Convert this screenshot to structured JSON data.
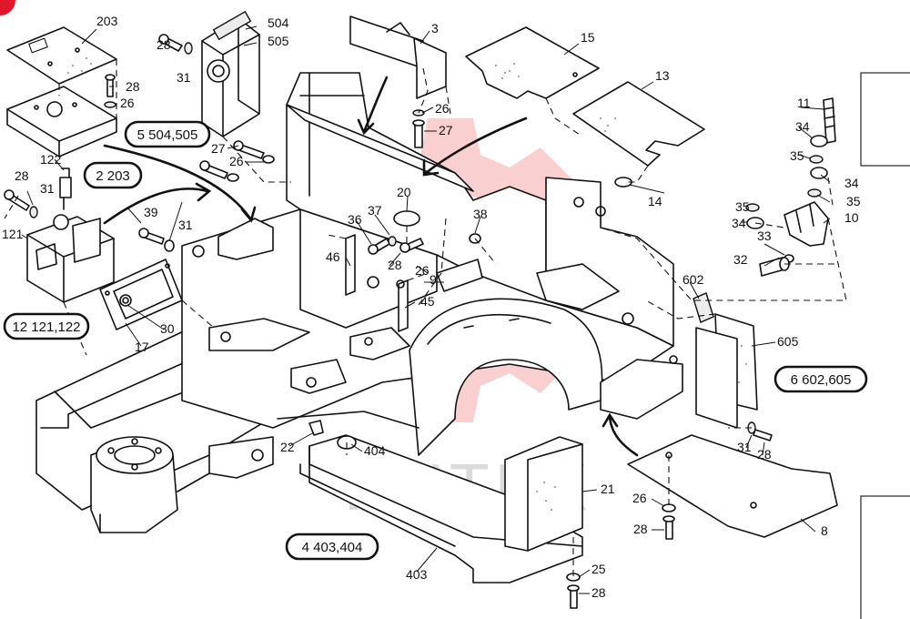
{
  "watermark": "ИНТЕХ",
  "colors": {
    "watermark": "#f4a8a8",
    "line": "#111111",
    "corner_badge": "#e0182a"
  },
  "pills": [
    {
      "id": "p5",
      "text": "5 504,505"
    },
    {
      "id": "p2",
      "text": "2 203"
    },
    {
      "id": "p12",
      "text": "12 121,122"
    },
    {
      "id": "p6",
      "text": "6 602,605"
    },
    {
      "id": "p4",
      "text": "4 403,404"
    }
  ],
  "labels": [
    "203",
    "28",
    "31",
    "504",
    "505",
    "28",
    "26",
    "3",
    "15",
    "13",
    "26",
    "27",
    "27",
    "26",
    "11",
    "34",
    "35",
    "34",
    "35",
    "14",
    "122",
    "28",
    "31",
    "20",
    "36",
    "37",
    "38",
    "35",
    "34",
    "10",
    "33",
    "32",
    "39",
    "31",
    "121",
    "46",
    "28",
    "26",
    "9",
    "602",
    "45",
    "17",
    "30",
    "605",
    "22",
    "404",
    "21",
    "31",
    "28",
    "26",
    "28",
    "8",
    "403",
    "25",
    "28"
  ]
}
